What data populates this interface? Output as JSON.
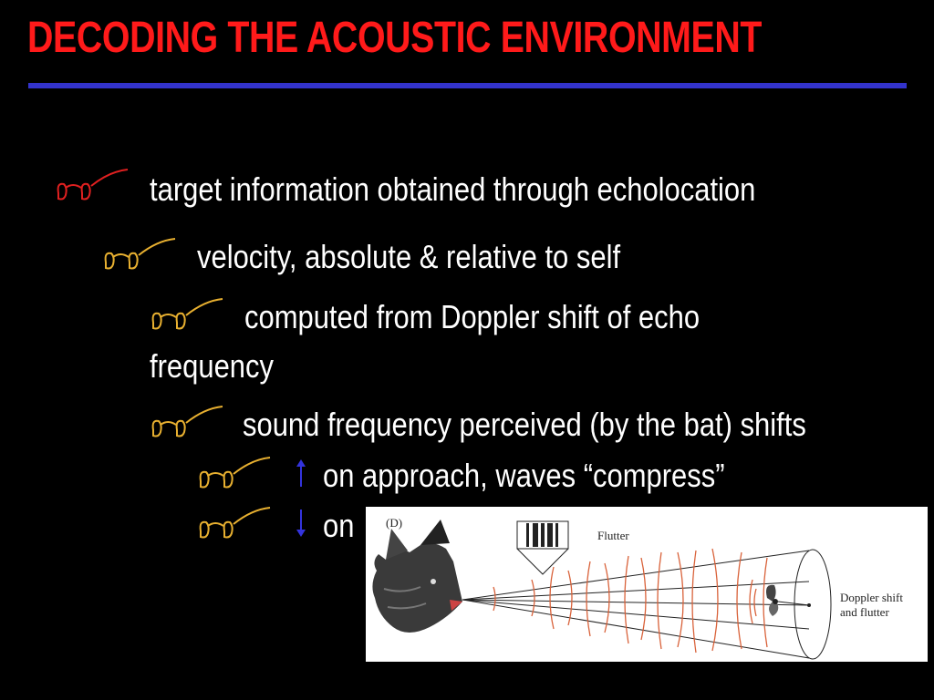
{
  "slide": {
    "title": "DECODING THE ACOUSTIC ENVIRONMENT",
    "title_color": "#ff1a1a",
    "rule_color": "#3333cc",
    "bullet_icon": "eyeglasses-icon",
    "bullets": [
      {
        "level": 1,
        "text": "target information obtained through echolocation",
        "icon_color": "#e02020"
      },
      {
        "level": 2,
        "text": "velocity, absolute & relative to self",
        "icon_color": "#e8b030"
      },
      {
        "level": 3,
        "text": "computed from Doppler shift of echo",
        "continuation": "frequency",
        "icon_color": "#e8b030"
      },
      {
        "level": 3,
        "text": "sound frequency perceived (by the bat) shifts",
        "icon_color": "#e8b030"
      },
      {
        "level": 4,
        "arrow": "up-arrow-icon",
        "text": "on approach, waves “compress”",
        "icon_color": "#e8b030"
      },
      {
        "level": 4,
        "arrow": "down-arrow-icon",
        "text": "on",
        "icon_color": "#e8b030"
      }
    ],
    "arrow_color": "#3333dd"
  },
  "figure": {
    "panel_label": "(D)",
    "flutter_label": "Flutter",
    "doppler_label_line1": "Doppler shift",
    "doppler_label_line2": "and flutter",
    "wave_color": "#d9623a"
  }
}
